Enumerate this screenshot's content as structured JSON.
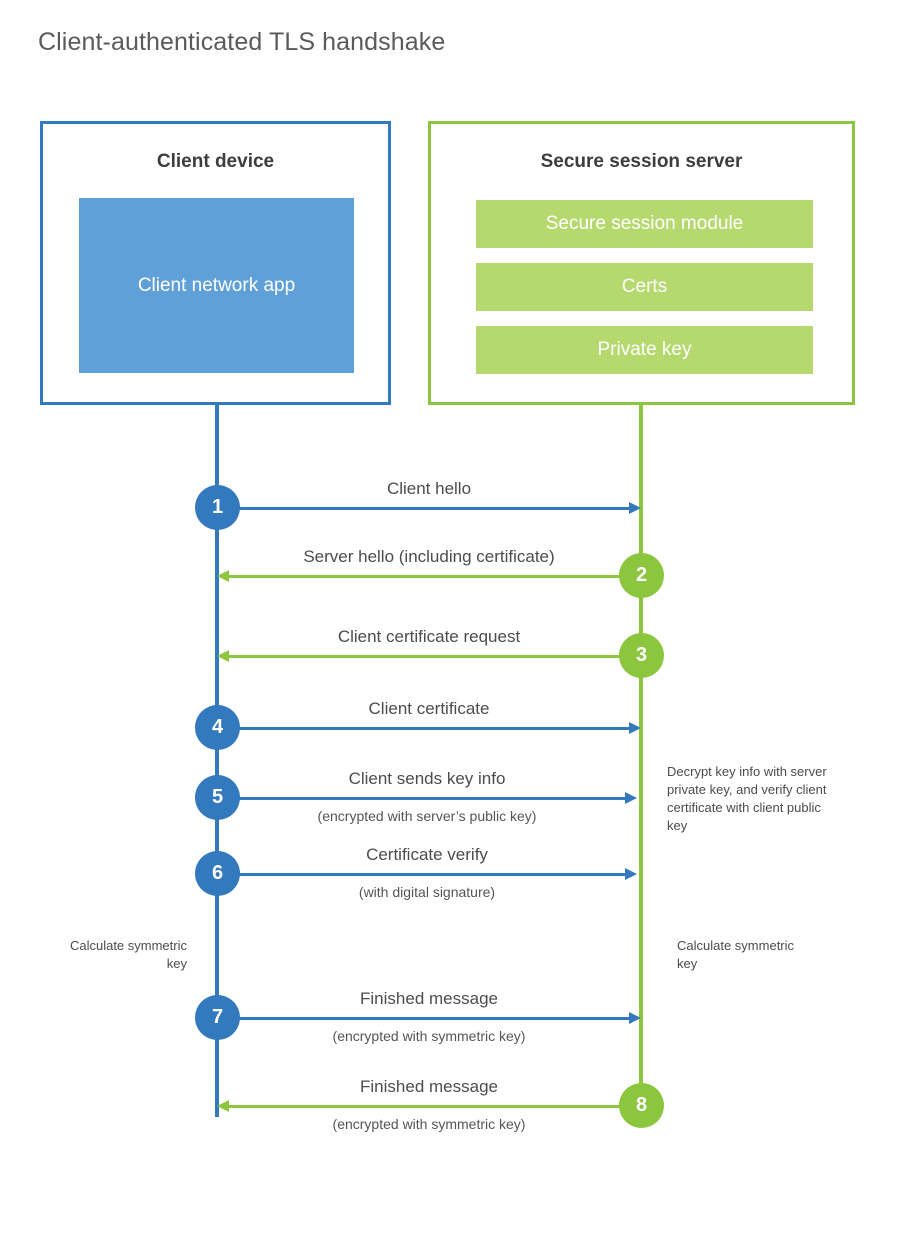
{
  "title": "Client-authenticated TLS handshake",
  "actors": {
    "client": {
      "title": "Client device",
      "app_label": "Client network app",
      "accent": "#3379bd",
      "fill": "#60a0d8"
    },
    "server": {
      "title": "Secure session server",
      "accent": "#8cc63e",
      "fill": "#b5d96f",
      "blocks": [
        {
          "label": "Secure session module"
        },
        {
          "label": "Certs"
        },
        {
          "label": "Private key"
        }
      ]
    }
  },
  "messages": [
    {
      "number": "1",
      "label": "Client hello",
      "sub": "",
      "direction": "right",
      "color": "blue"
    },
    {
      "number": "2",
      "label": "Server hello (including certificate)",
      "sub": "",
      "direction": "left",
      "color": "green"
    },
    {
      "number": "3",
      "label": "Client certificate request",
      "sub": "",
      "direction": "left",
      "color": "green"
    },
    {
      "number": "4",
      "label": "Client certificate",
      "sub": "",
      "direction": "right",
      "color": "blue"
    },
    {
      "number": "5",
      "label": "Client sends key info",
      "sub": "(encrypted with server’s public key)",
      "direction": "right",
      "color": "blue"
    },
    {
      "number": "6",
      "label": "Certificate verify",
      "sub": "(with digital signature)",
      "direction": "right",
      "color": "blue"
    },
    {
      "number": "7",
      "label": "Finished message",
      "sub": "(encrypted with symmetric key)",
      "direction": "right",
      "color": "blue"
    },
    {
      "number": "8",
      "label": "Finished message",
      "sub": "(encrypted with symmetric key)",
      "direction": "left",
      "color": "green"
    }
  ],
  "notes": {
    "server_decrypt": "Decrypt key info with server private key, and verify client certificate with client public key",
    "client_calc": "Calculate symmetric key",
    "server_calc": "Calculate symmetric key"
  }
}
